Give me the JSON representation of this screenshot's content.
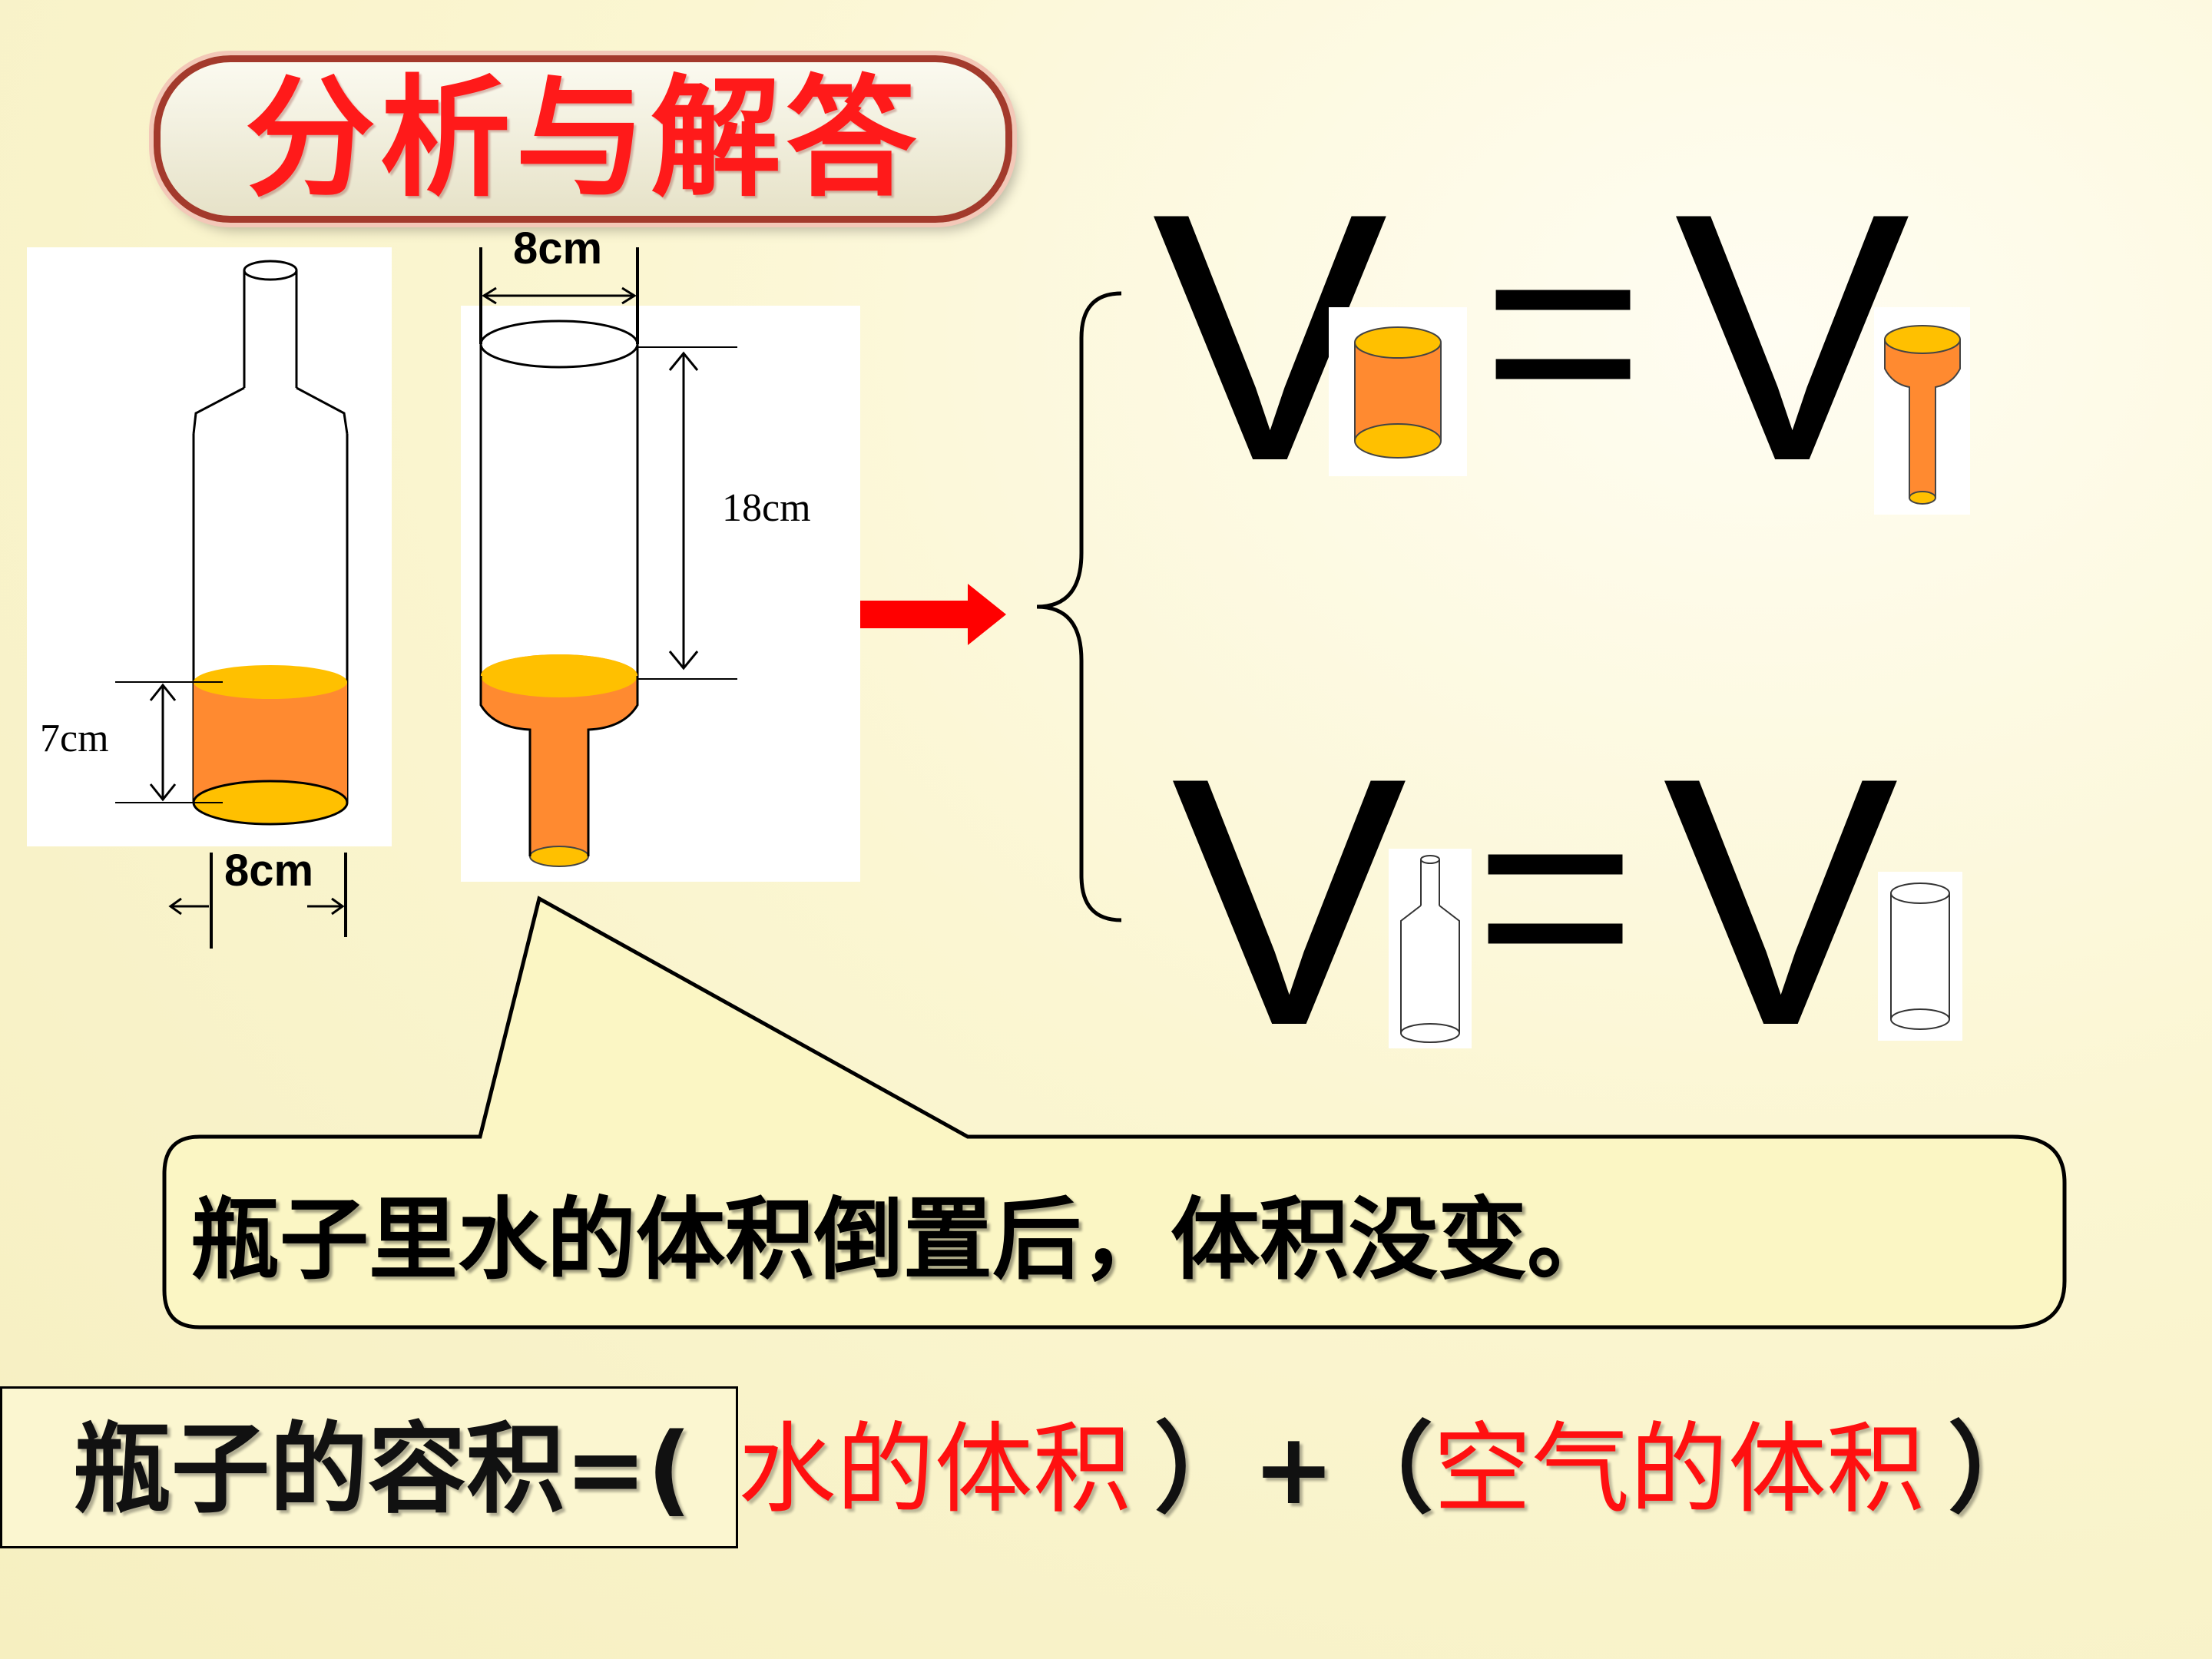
{
  "title": "分析与解答",
  "left_figure": {
    "height_label": "7cm",
    "width_label": "8cm"
  },
  "right_figure": {
    "width_label": "8cm",
    "height_label": "18cm"
  },
  "equations": {
    "top": {
      "left_symbol": "V",
      "equals": "=",
      "right_symbol": "V"
    },
    "bottom": {
      "left_symbol": "V",
      "equals": "=",
      "right_symbol": "V"
    }
  },
  "callout": {
    "text": "瓶子里水的体积倒置后，体积没变。"
  },
  "formula": {
    "prefix": "瓶子的容积=(",
    "part1": "水的体积",
    "middle": "）+（",
    "part2": "空气的体积",
    "suffix": "）"
  },
  "colors": {
    "title_red": "#ff1a1a",
    "water_orange": "#ff8a30",
    "water_top_yellow": "#ffc000",
    "arrow_red": "#ff0000",
    "callout_fill": "#fbf6c4"
  }
}
